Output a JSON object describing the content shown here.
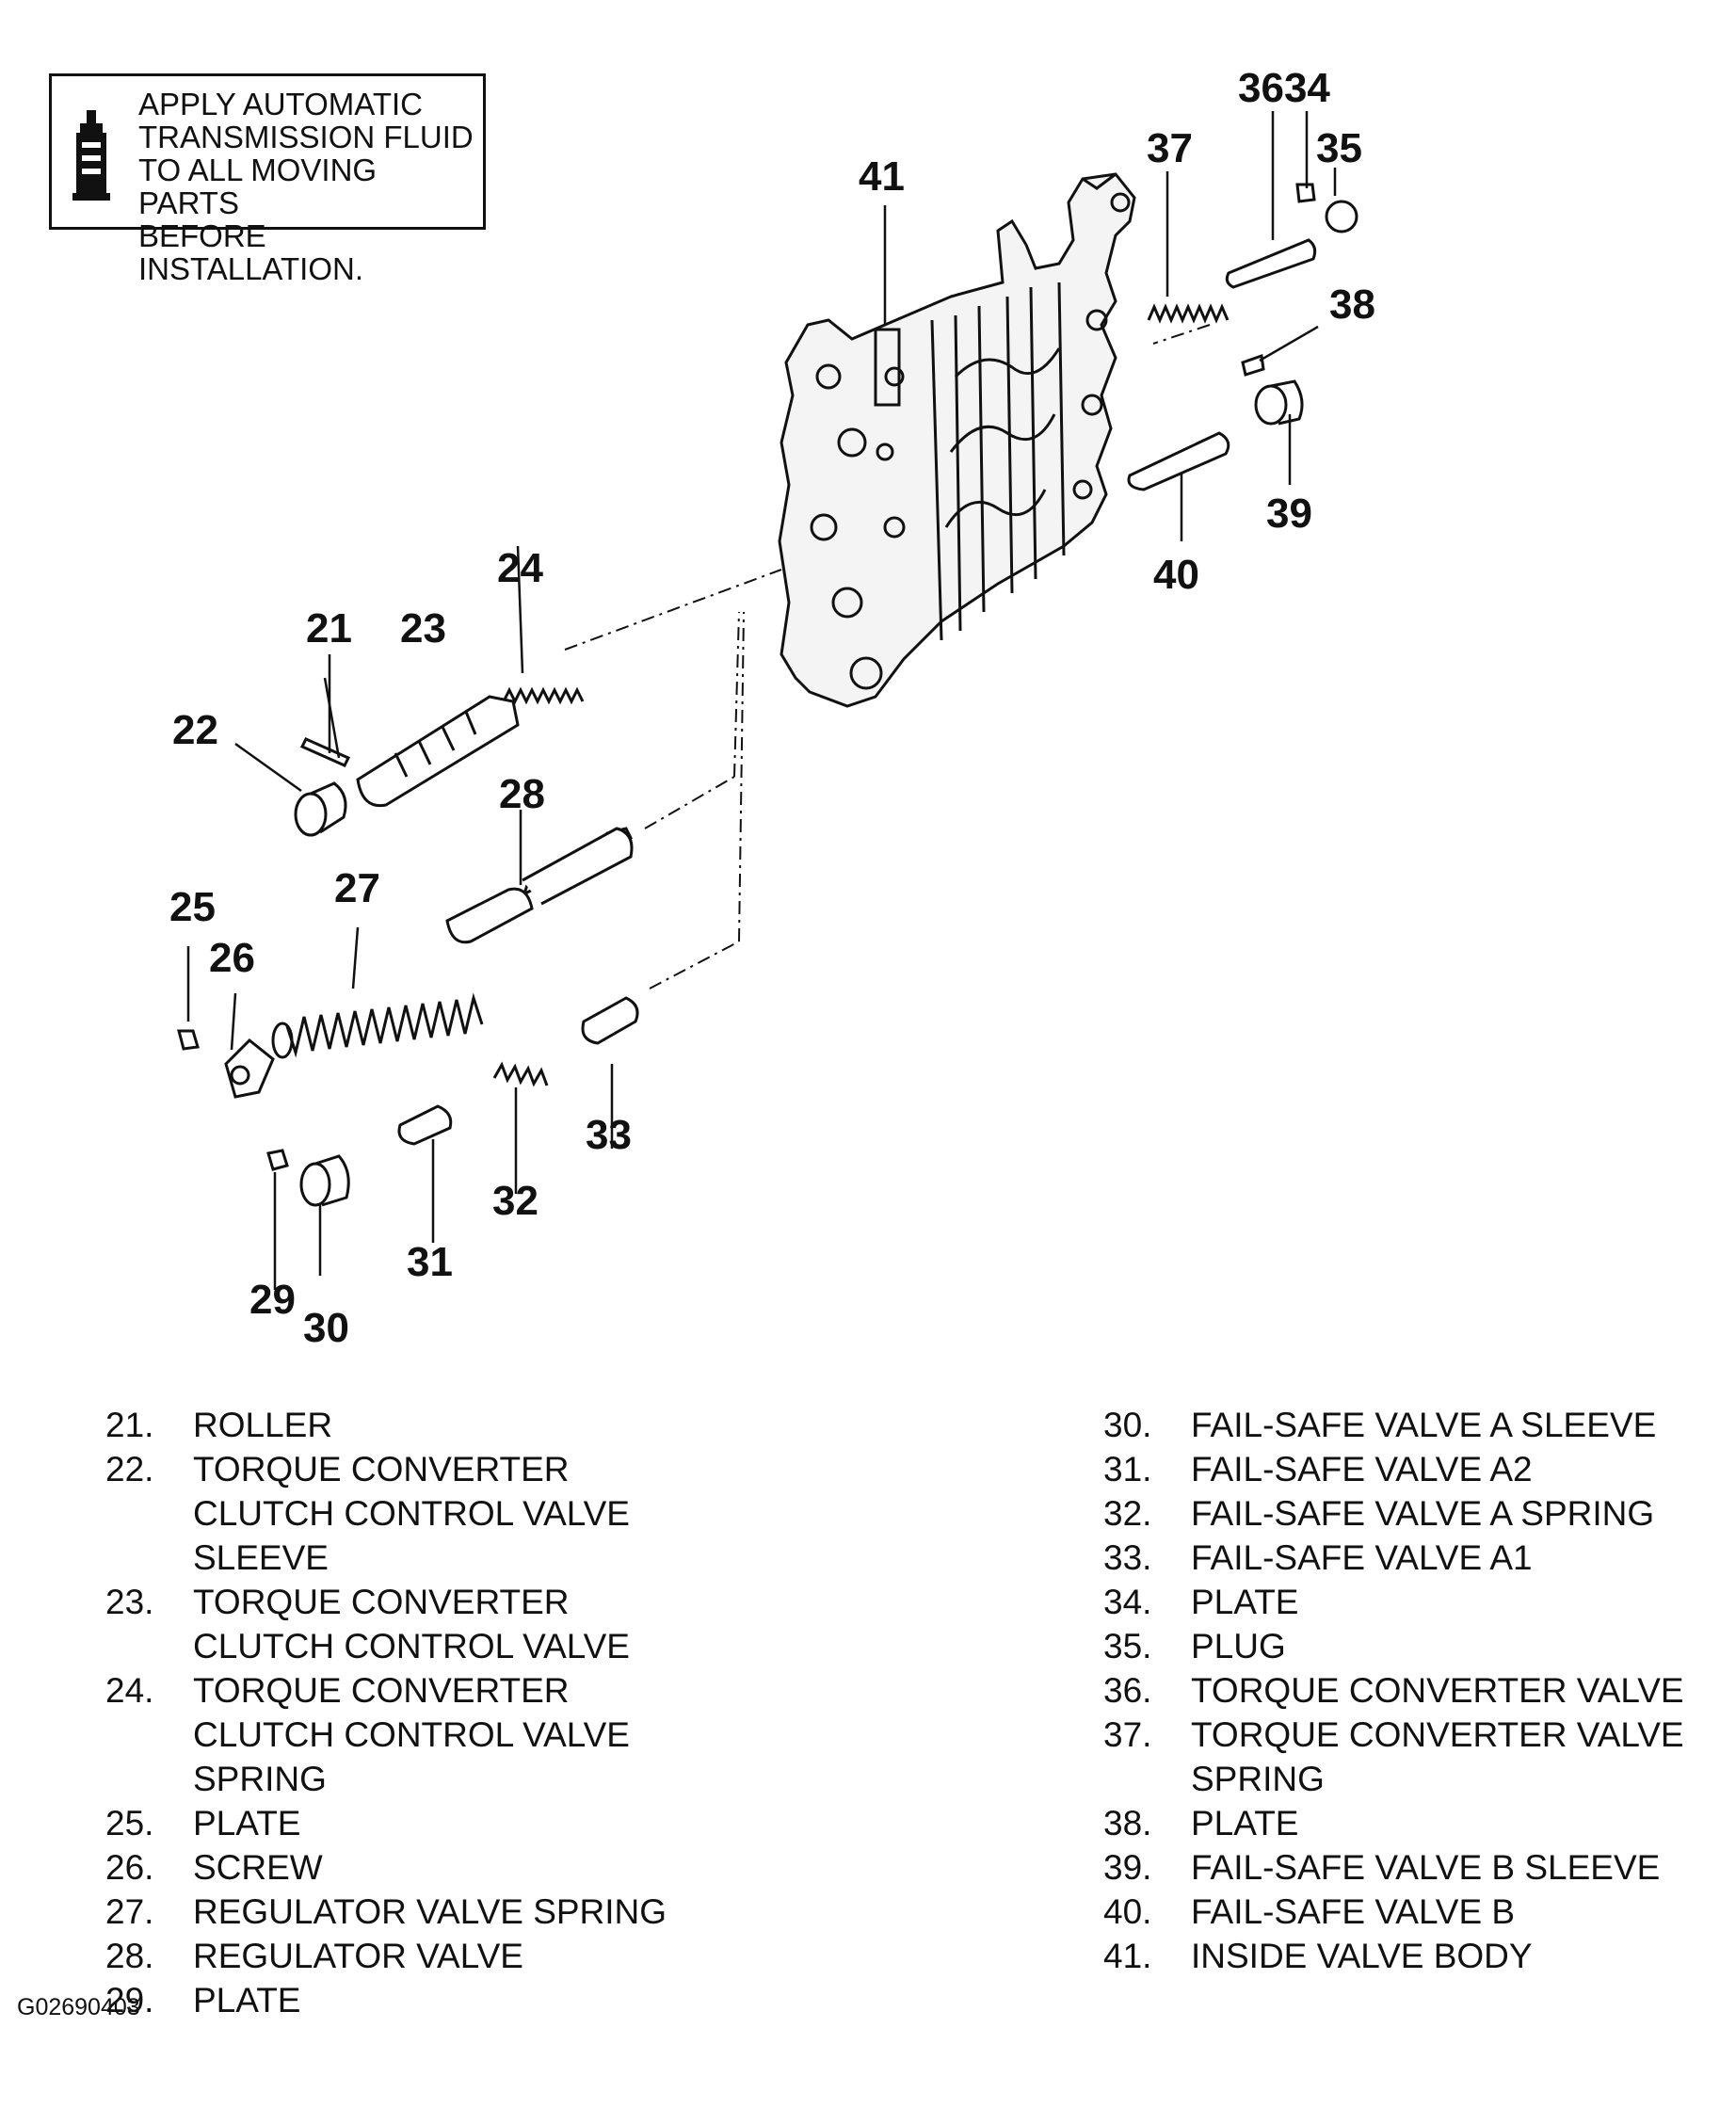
{
  "note": {
    "text": "APPLY AUTOMATIC\nTRANSMISSION FLUID\nTO ALL MOVING PARTS\nBEFORE INSTALLATION.",
    "icon": "oil-bottle-icon"
  },
  "callouts": {
    "n21": "21",
    "n22": "22",
    "n23": "23",
    "n24": "24",
    "n25": "25",
    "n26": "26",
    "n27": "27",
    "n28": "28",
    "n29": "29",
    "n30": "30",
    "n31": "31",
    "n32": "32",
    "n33": "33",
    "n3634": "3634",
    "n35": "35",
    "n37": "37",
    "n38": "38",
    "n39": "39",
    "n40": "40",
    "n41": "41"
  },
  "legend_left": [
    {
      "num": "21.",
      "name": "ROLLER"
    },
    {
      "num": "22.",
      "name": "TORQUE CONVERTER\nCLUTCH CONTROL VALVE\nSLEEVE"
    },
    {
      "num": "23.",
      "name": "TORQUE CONVERTER\nCLUTCH CONTROL VALVE"
    },
    {
      "num": "24.",
      "name": "TORQUE CONVERTER\nCLUTCH CONTROL VALVE\nSPRING"
    },
    {
      "num": "25.",
      "name": "PLATE"
    },
    {
      "num": "26.",
      "name": "SCREW"
    },
    {
      "num": "27.",
      "name": "REGULATOR VALVE SPRING"
    },
    {
      "num": "28.",
      "name": "REGULATOR VALVE"
    },
    {
      "num": "29.",
      "name": "PLATE"
    }
  ],
  "legend_right": [
    {
      "num": "30.",
      "name": "FAIL-SAFE VALVE A SLEEVE"
    },
    {
      "num": "31.",
      "name": "FAIL-SAFE VALVE A2"
    },
    {
      "num": "32.",
      "name": "FAIL-SAFE VALVE A SPRING"
    },
    {
      "num": "33.",
      "name": "FAIL-SAFE VALVE A1"
    },
    {
      "num": "34.",
      "name": "PLATE"
    },
    {
      "num": "35.",
      "name": "PLUG"
    },
    {
      "num": "36.",
      "name": "TORQUE CONVERTER VALVE"
    },
    {
      "num": "37.",
      "name": "TORQUE CONVERTER VALVE\nSPRING"
    },
    {
      "num": "38.",
      "name": "PLATE"
    },
    {
      "num": "39.",
      "name": "FAIL-SAFE VALVE B SLEEVE"
    },
    {
      "num": "40.",
      "name": "FAIL-SAFE VALVE B"
    },
    {
      "num": "41.",
      "name": "INSIDE VALVE BODY"
    }
  ],
  "figure_id": "G02690403"
}
